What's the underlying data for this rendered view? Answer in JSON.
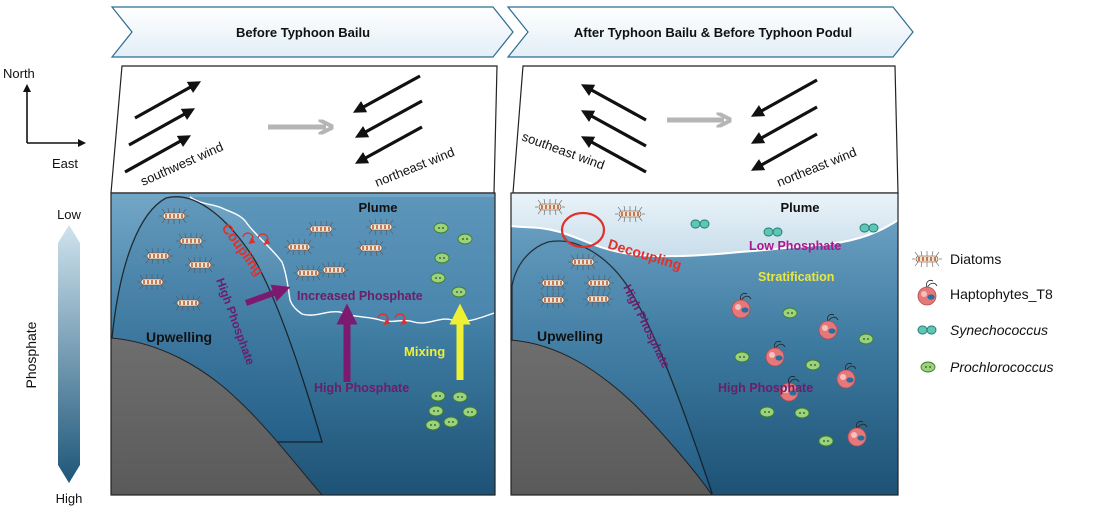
{
  "panels": [
    {
      "header": "Before Typhoon Bailu"
    },
    {
      "header": "After Typhoon Bailu & Before Typhoon Podul"
    }
  ],
  "compass": {
    "north": "North",
    "east": "East"
  },
  "phosphate_scale": {
    "title": "Phosphate",
    "low": "Low",
    "high": "High"
  },
  "winds": {
    "before_first": "southwest wind",
    "before_second": "northeast wind",
    "after_first": "southeast wind",
    "after_second": "northeast wind"
  },
  "before": {
    "plume": "Plume",
    "coupling": "Coupling",
    "high_phosphate_slope": "High Phosphate",
    "increased_phosphate": "Increased Phosphate",
    "upwelling": "Upwelling",
    "high_phosphate_bottom": "High Phosphate",
    "mixing": "Mixing"
  },
  "after": {
    "plume": "Plume",
    "decoupling": "Decoupling",
    "low_phosphate": "Low Phosphate",
    "stratification": "Stratification",
    "high_phosphate_slope": "High Phosphate",
    "upwelling": "Upwelling",
    "high_phosphate_bottom": "High Phosphate"
  },
  "legend": [
    {
      "label": "Diatoms",
      "icon": "diatom-icon"
    },
    {
      "label": "Haptophytes_T8",
      "icon": "haptophyte-icon"
    },
    {
      "label": "Synechococcus",
      "icon": "synechococcus-icon"
    },
    {
      "label": "Prochlorococcus",
      "icon": "prochlorococcus-icon"
    }
  ],
  "colors": {
    "coupling": "#e0302c",
    "phosphate_arrow": "#7b1a6e",
    "mixing_arrow": "#eef034",
    "low_phosphate": "#b0148f",
    "stratification": "#e8e642",
    "wind_shift_arrow": "#b5b5b5"
  }
}
